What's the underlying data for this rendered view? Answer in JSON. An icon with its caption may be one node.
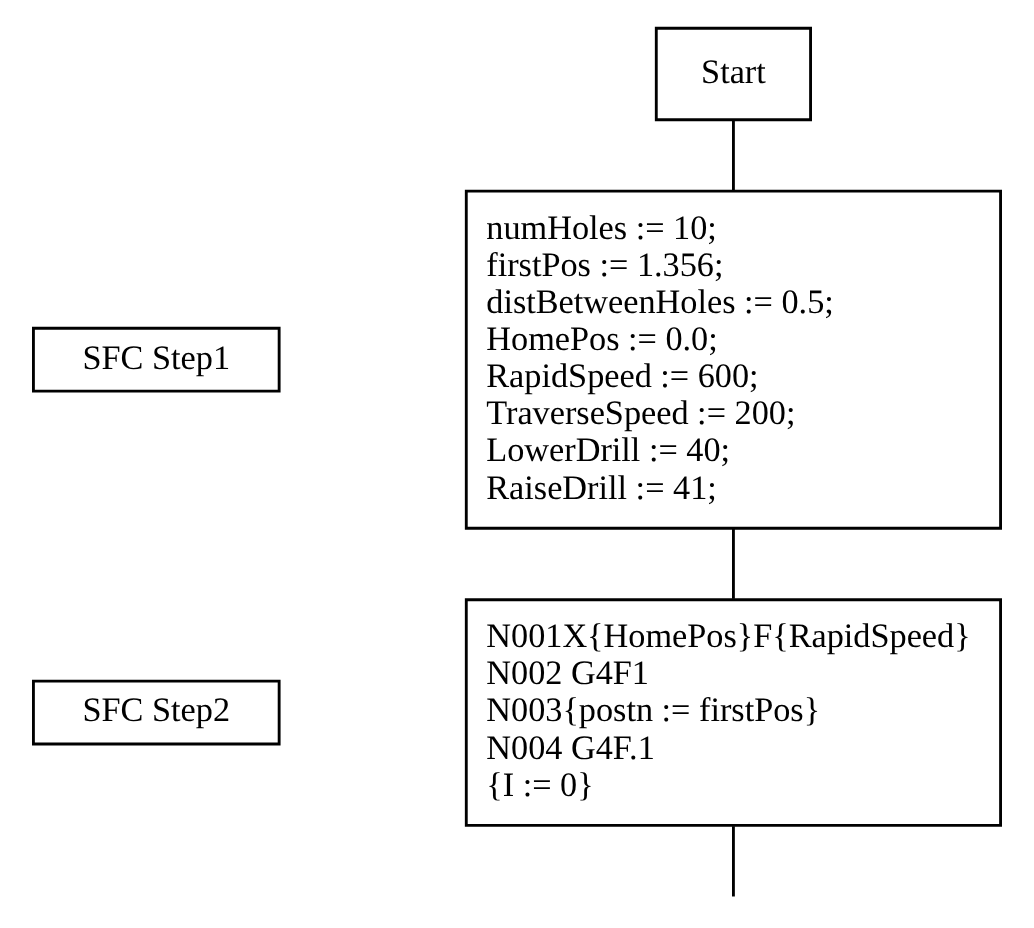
{
  "diagram": {
    "nodes": [
      {
        "text": [
          "Start"
        ]
      },
      {
        "text": [
          "SFC Step1"
        ]
      },
      {
        "text": [
          "numHoles := 10;",
          "firstPos := 1.356;",
          "distBetweenHoles := 0.5;",
          "HomePos := 0.0;",
          "RapidSpeed := 600;",
          "TraverseSpeed := 200;",
          "LowerDrill := 40;",
          "RaiseDrill := 41;"
        ]
      },
      {
        "text": [
          "SFC Step2"
        ]
      },
      {
        "text": [
          "N001X{HomePos}F{RapidSpeed}",
          "N002 G4F1",
          "N003{postn := firstPos}",
          "N004 G4F.1",
          "{I := 0}"
        ]
      }
    ],
    "edges": [
      {
        "from": 0,
        "to": 2,
        "arrow": "none"
      },
      {
        "from": 2,
        "to": 4,
        "arrow": "none"
      },
      {
        "from": 4,
        "to": null,
        "arrow": "none"
      }
    ]
  }
}
